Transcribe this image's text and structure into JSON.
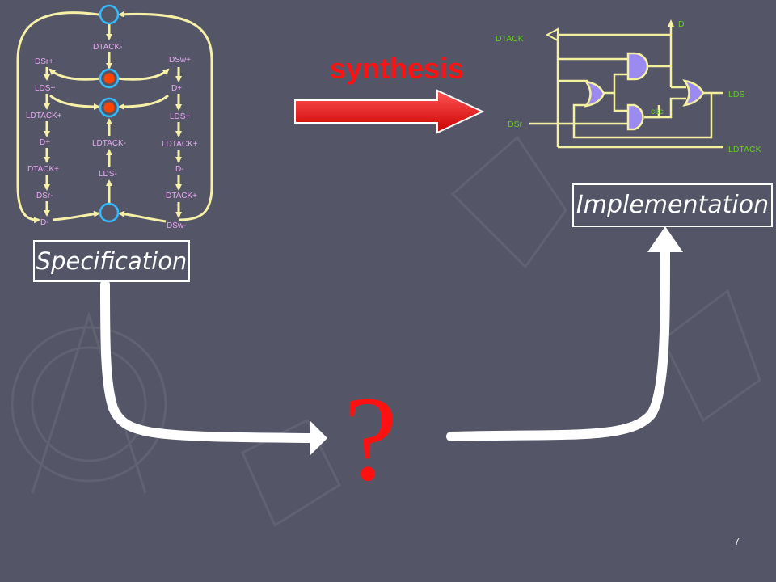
{
  "slide": {
    "synthesis_label": "synthesis",
    "question_mark": "?",
    "page_number": "7"
  },
  "specification": {
    "title": "Specification",
    "stg": {
      "top_label": "DTACK-",
      "left_column": [
        "DSr+",
        "LDS+",
        "LDTACK+",
        "D+",
        "DTACK+",
        "DSr-",
        "D-"
      ],
      "middle_column": [
        "LDTACK-",
        "LDS-"
      ],
      "right_column": [
        "DSw+",
        "D+",
        "LDS+",
        "LDTACK+",
        "D-",
        "DTACK+",
        "DSw-"
      ]
    }
  },
  "implementation": {
    "title": "Implementation",
    "signals": {
      "dtack": "DTACK",
      "d": "D",
      "lds": "LDS",
      "csc": "csc",
      "dsr": "DSr",
      "ldtack": "LDTACK"
    }
  },
  "colors": {
    "background": "#545667",
    "stg_arc": "#f7f1a8",
    "stg_label": "#e9a8f2",
    "place_ring": "#33bbff",
    "token": "#ff4400",
    "circuit_wire": "#f3f0a0",
    "gate_fill": "#9b8af0",
    "circuit_label": "#66cc22",
    "accent_red": "#ff1111",
    "flow_arrow": "#ffffff"
  }
}
